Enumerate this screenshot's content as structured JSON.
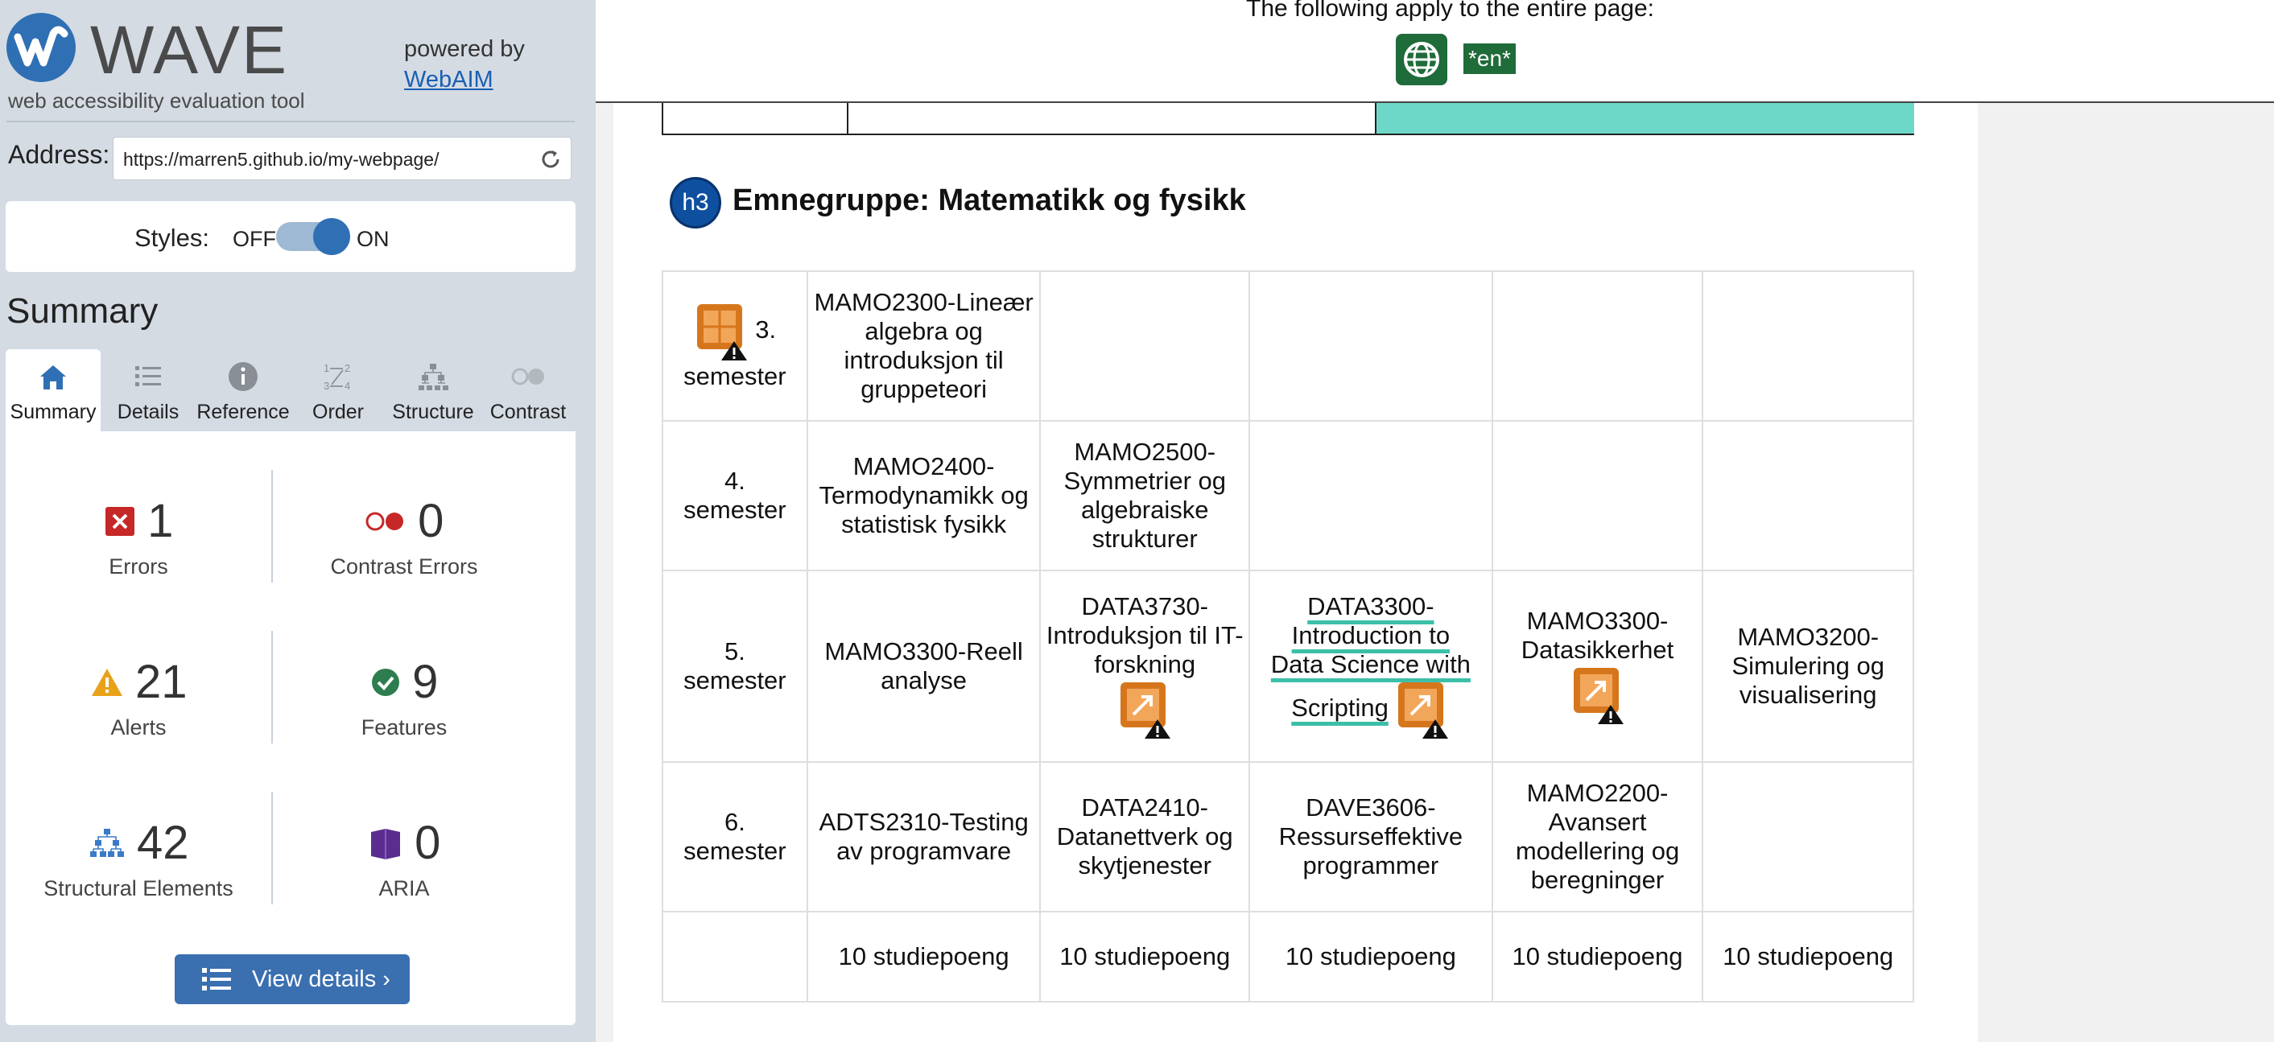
{
  "sidebar": {
    "brand": "WAVE",
    "subtitle": "web accessibility evaluation tool",
    "powered_by": "powered by",
    "powered_link": "WebAIM",
    "address_label": "Address:",
    "address_value": "https://marren5.github.io/my-webpage/",
    "styles_label": "Styles:",
    "styles_off": "OFF",
    "styles_on": "ON",
    "summary_heading": "Summary",
    "tabs": [
      {
        "label": "Summary",
        "icon": "home-icon",
        "active": true
      },
      {
        "label": "Details",
        "icon": "list-icon",
        "active": false
      },
      {
        "label": "Reference",
        "icon": "info-icon",
        "active": false
      },
      {
        "label": "Order",
        "icon": "order-icon",
        "active": false
      },
      {
        "label": "Structure",
        "icon": "structure-icon",
        "active": false
      },
      {
        "label": "Contrast",
        "icon": "contrast-icon",
        "active": false
      }
    ],
    "stats": {
      "errors": {
        "value": "1",
        "label": "Errors"
      },
      "contrast_errors": {
        "value": "0",
        "label": "Contrast Errors"
      },
      "alerts": {
        "value": "21",
        "label": "Alerts"
      },
      "features": {
        "value": "9",
        "label": "Features"
      },
      "structural": {
        "value": "42",
        "label": "Structural Elements"
      },
      "aria": {
        "value": "0",
        "label": "ARIA"
      }
    },
    "view_details": "View details ›"
  },
  "main": {
    "banner_text": "The following apply to the entire page:",
    "lang_badge": "*en*",
    "h3_badge": "h3",
    "heading": "Emnegruppe: Matematikk og fysikk",
    "rows": [
      {
        "semester": [
          "3.",
          "semester"
        ],
        "c1": "MAMO2300-Lineær algebra og introduksjon til gruppeteori",
        "c2": "",
        "c3": "",
        "c4": "",
        "c5": ""
      },
      {
        "semester": [
          "4.",
          "semester"
        ],
        "c1": "MAMO2400-Termodynamikk og statistisk fysikk",
        "c2": "MAMO2500-Symmetrier og algebraiske strukturer",
        "c3": "",
        "c4": "",
        "c5": ""
      },
      {
        "semester": [
          "5.",
          "semester"
        ],
        "c1": "MAMO3300-Reell analyse",
        "c2": "DATA3730-Introduksjon til IT-forskning",
        "c3": [
          "DATA3300-Introduction to",
          "Data Science with",
          "Scripting"
        ],
        "c4": "MAMO3300-Datasikkerhet",
        "c5": "MAMO3200-Simulering og visualisering"
      },
      {
        "semester": [
          "6.",
          "semester"
        ],
        "c1": "ADTS2310-Testing av programvare",
        "c2": "DATA2410-Datanettverk og skytjenester",
        "c3": "DAVE3606-Ressurseffektive programmer",
        "c4": "MAMO2200-Avansert modellering og beregninger",
        "c5": ""
      },
      {
        "semester": [
          "",
          ""
        ],
        "c1": "10 studiepoeng",
        "c2": "10 studiepoeng",
        "c3": "10 studiepoeng",
        "c4": "10 studiepoeng",
        "c5": "10 studiepoeng"
      }
    ]
  },
  "colors": {
    "wave_blue": "#2f6fb4",
    "sidebar_bg": "#d4dbe3",
    "error_red": "#c62828",
    "alert_orange": "#e8a21a",
    "feature_green": "#2e7d4f",
    "structure_blue": "#3a7bc8",
    "aria_purple": "#5b2d8e",
    "teal_highlight": "#6ed8c8",
    "lang_green": "#1f6b3a"
  }
}
